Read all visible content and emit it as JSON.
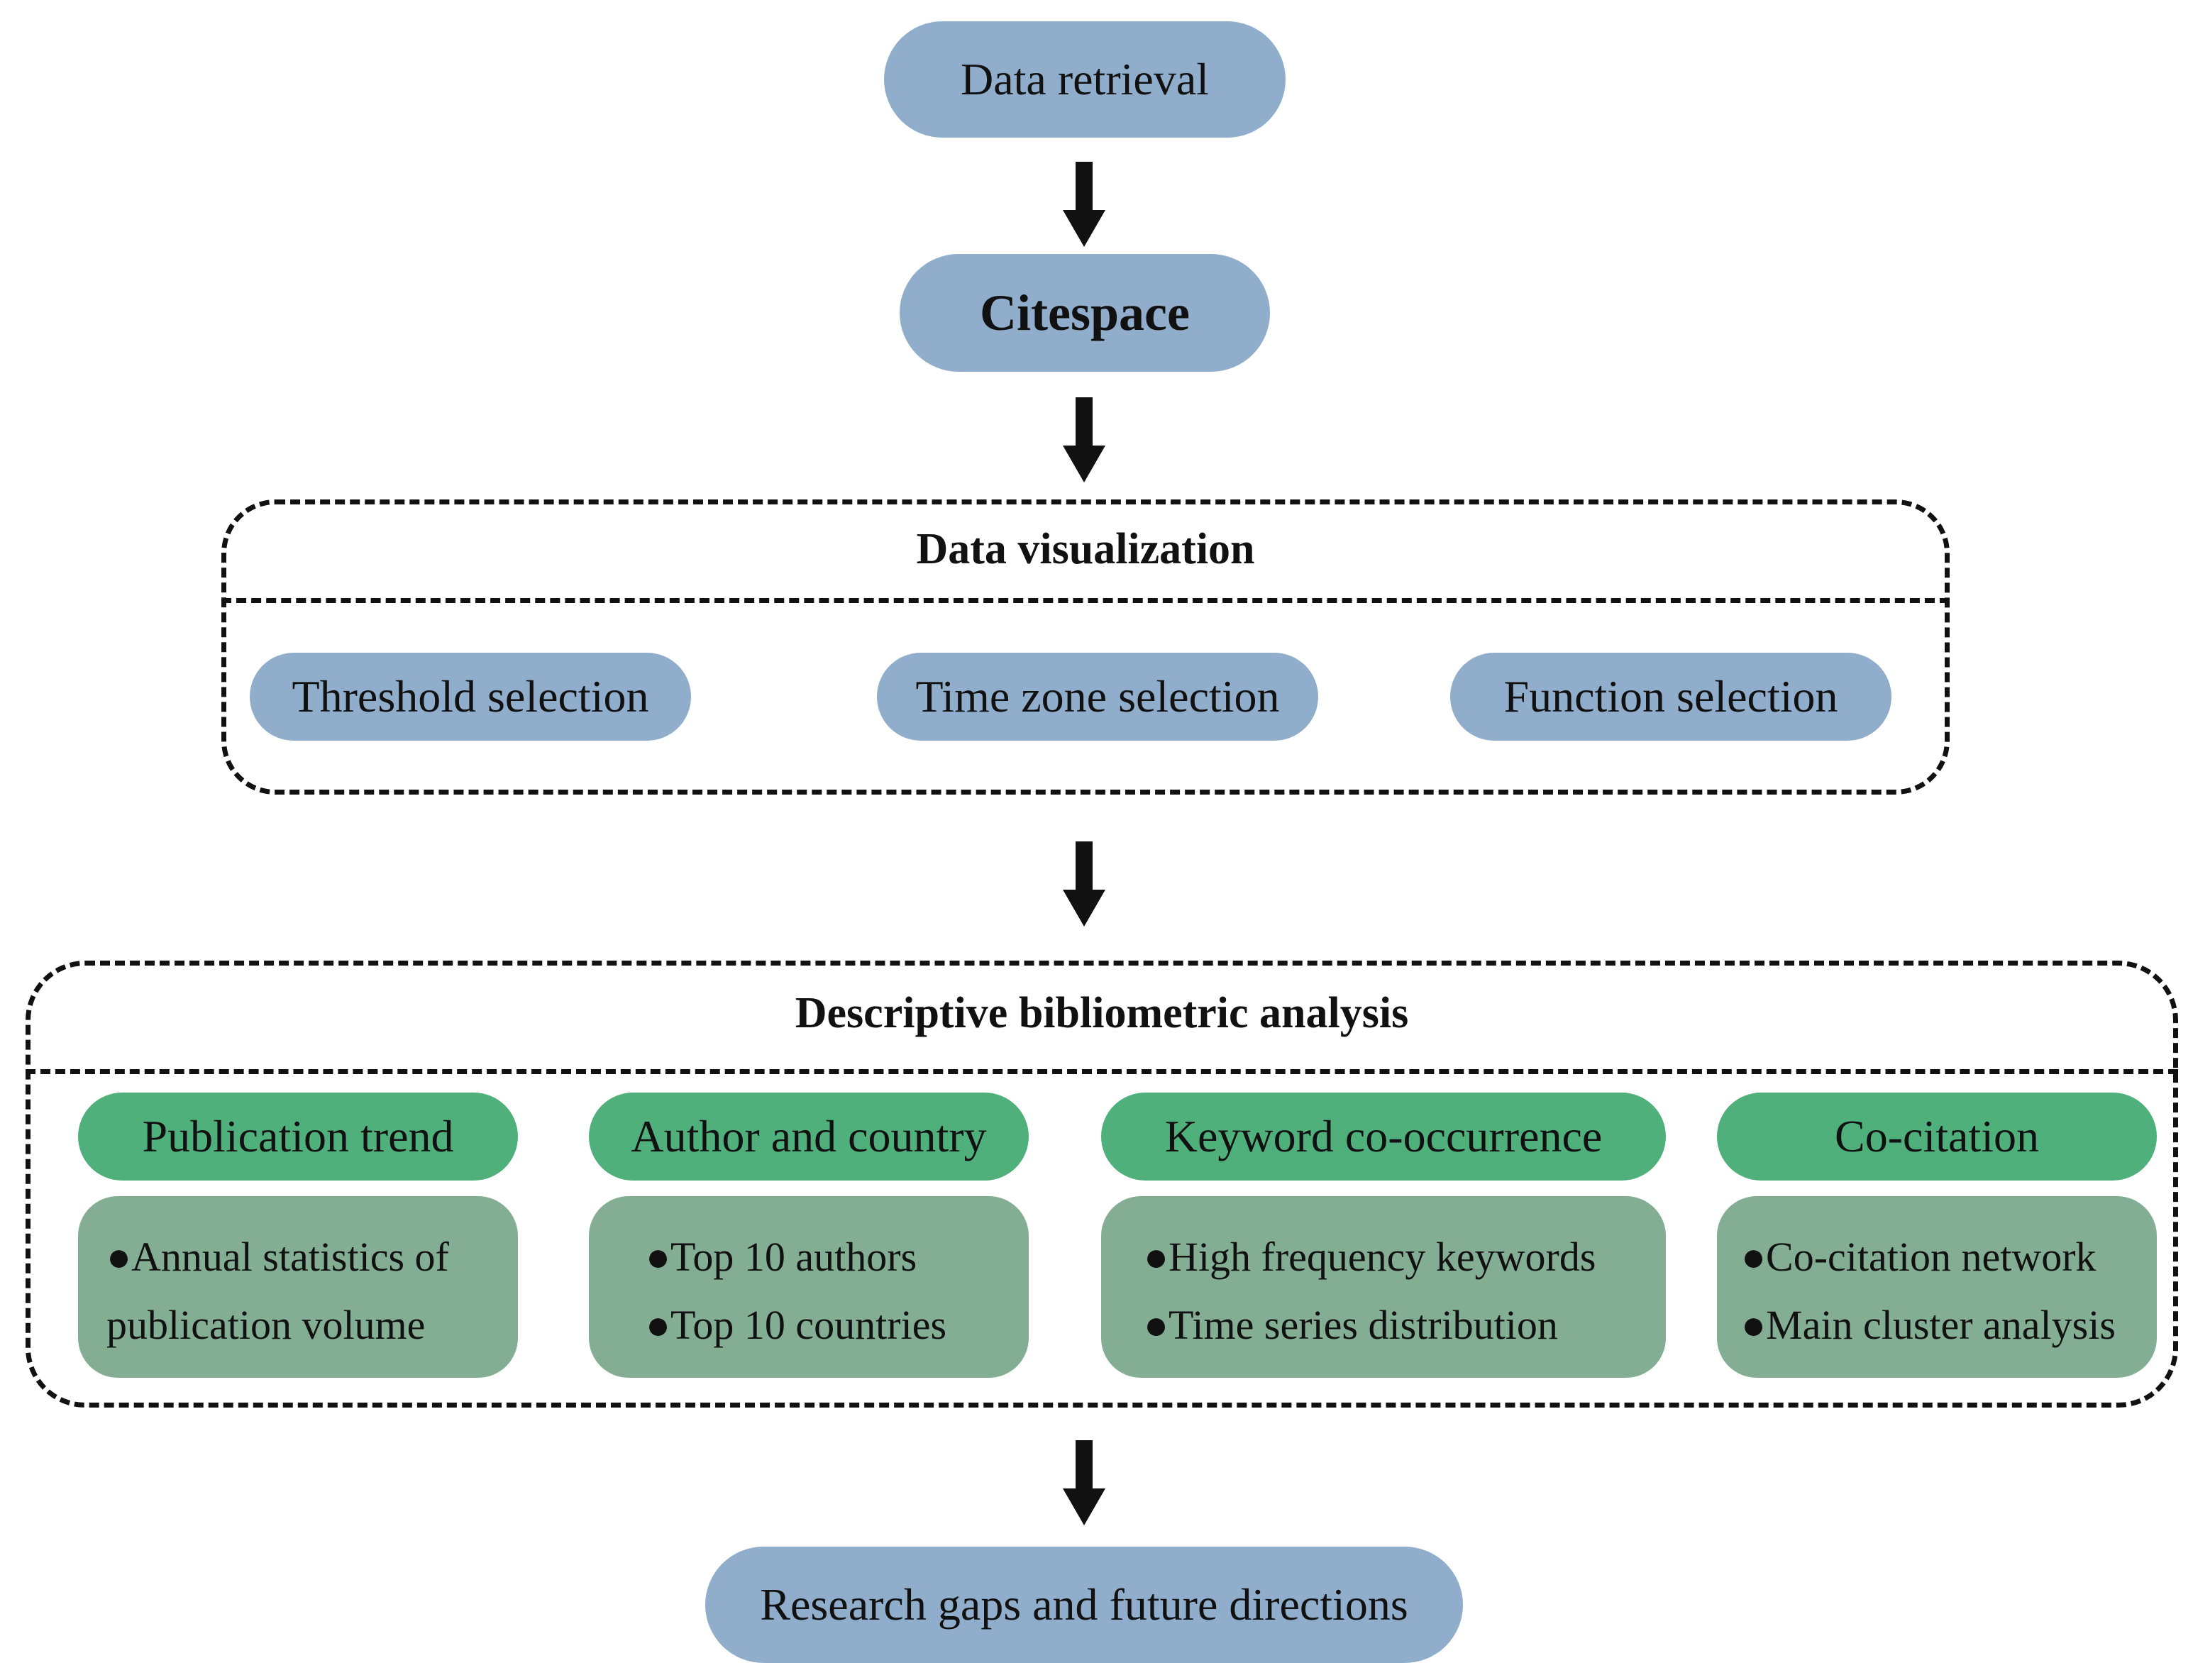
{
  "steps": {
    "data_retrieval": "Data retrieval",
    "citespace": "Citespace",
    "research_gaps": "Research gaps and future directions"
  },
  "visualization": {
    "title": "Data visualization",
    "items": [
      "Threshold selection",
      "Time zone selection",
      "Function selection"
    ]
  },
  "analysis": {
    "title": "Descriptive bibliometric analysis",
    "categories": [
      {
        "heading": "Publication trend",
        "lines": [
          "●Annual statistics of",
          "publication volume"
        ]
      },
      {
        "heading": "Author and country",
        "lines": [
          "●Top 10 authors",
          "●Top 10 countries"
        ]
      },
      {
        "heading": "Keyword co-occurrence",
        "lines": [
          "●High frequency keywords",
          "●Time series distribution"
        ]
      },
      {
        "heading": "Co-citation",
        "lines": [
          "●Co-citation network",
          "●Main cluster analysis"
        ]
      }
    ]
  },
  "colors": {
    "step_blue": "#90aecb",
    "heading_green": "#4fb07c",
    "body_green": "#83ae94",
    "line_black": "#111111"
  }
}
